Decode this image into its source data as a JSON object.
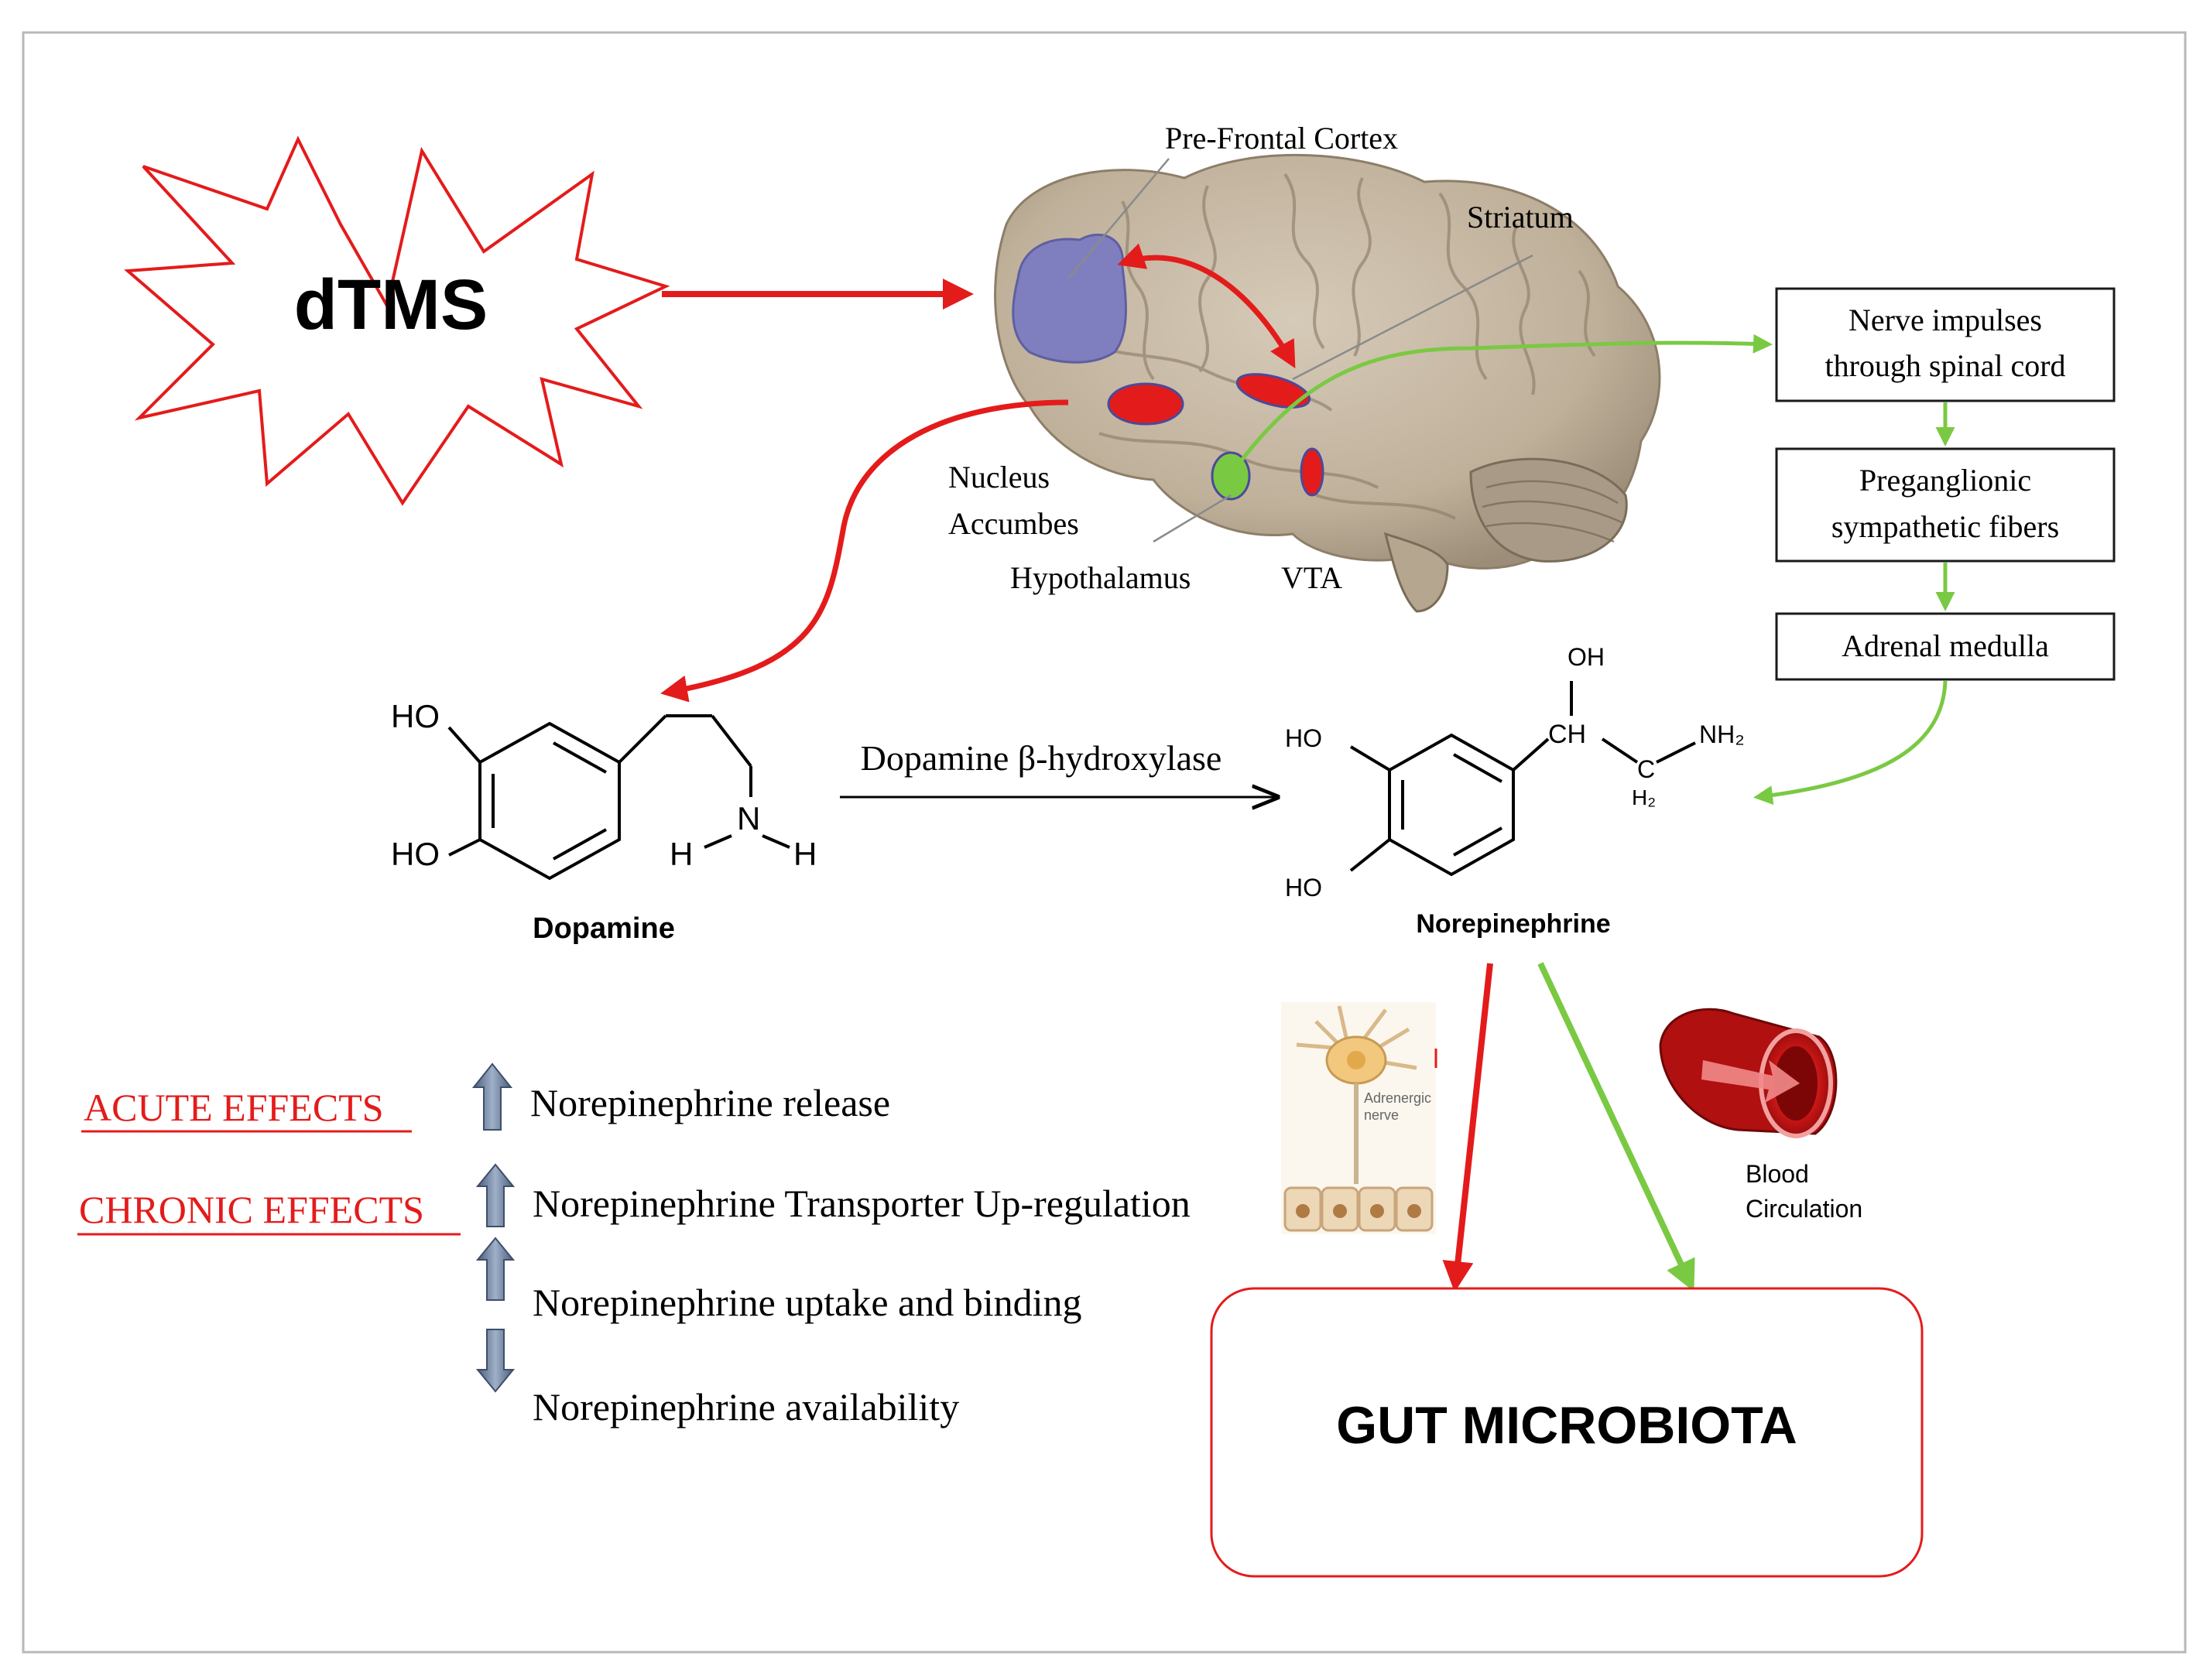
{
  "colors": {
    "red": "#e41b1b",
    "green": "#7ac943",
    "dark": "#000000",
    "prefrontal": "#7f7fc0",
    "brain": "#c7b9a5",
    "arrow_up_down": "#6b7f9a",
    "box_border": "#1a1a1a",
    "gut_border": "#e41b1b"
  },
  "stimulus": {
    "label": "dTMS"
  },
  "brain": {
    "regions": {
      "prefrontal": "Pre-Frontal Cortex",
      "striatum": "Striatum",
      "nucleus_accumbens_line1": "Nucleus",
      "nucleus_accumbens_line2": "Accumbes",
      "hypothalamus": "Hypothalamus",
      "vta": "VTA"
    }
  },
  "pathway": {
    "box1_line1": "Nerve impulses",
    "box1_line2": "through spinal cord",
    "box2_line1": "Preganglionic",
    "box2_line2": "sympathetic fibers",
    "box3": "Adrenal medulla"
  },
  "chemistry": {
    "dopamine": {
      "name": "Dopamine",
      "ho_top": "HO",
      "ho_bottom": "HO",
      "n": "N",
      "h_left": "H",
      "h_right": "H"
    },
    "enzyme": "Dopamine β-hydroxylase",
    "norepinephrine": {
      "name": "Norepinephrine",
      "oh": "OH",
      "ch": "CH",
      "nh2": "NH₂",
      "c": "C",
      "h2": "H₂",
      "ho_top": "HO",
      "ho_bottom": "HO"
    }
  },
  "effects": {
    "acute_label": "ACUTE EFFECTS",
    "chronic_label": "CHRONIC EFFECTS",
    "items": [
      {
        "direction": "up",
        "text": "Norepinephrine release"
      },
      {
        "direction": "up",
        "text": "Norepinephrine Transporter Up-regulation"
      },
      {
        "direction": "up",
        "text": "Norepinephrine uptake and binding"
      },
      {
        "direction": "down",
        "text": "Norepinephrine availability"
      }
    ]
  },
  "nerve_image": {
    "label_line1": "Adrenergic",
    "label_line2": "nerve"
  },
  "blood": {
    "label_line1": "Blood",
    "label_line2": "Circulation"
  },
  "target": {
    "label": "GUT MICROBIOTA"
  }
}
